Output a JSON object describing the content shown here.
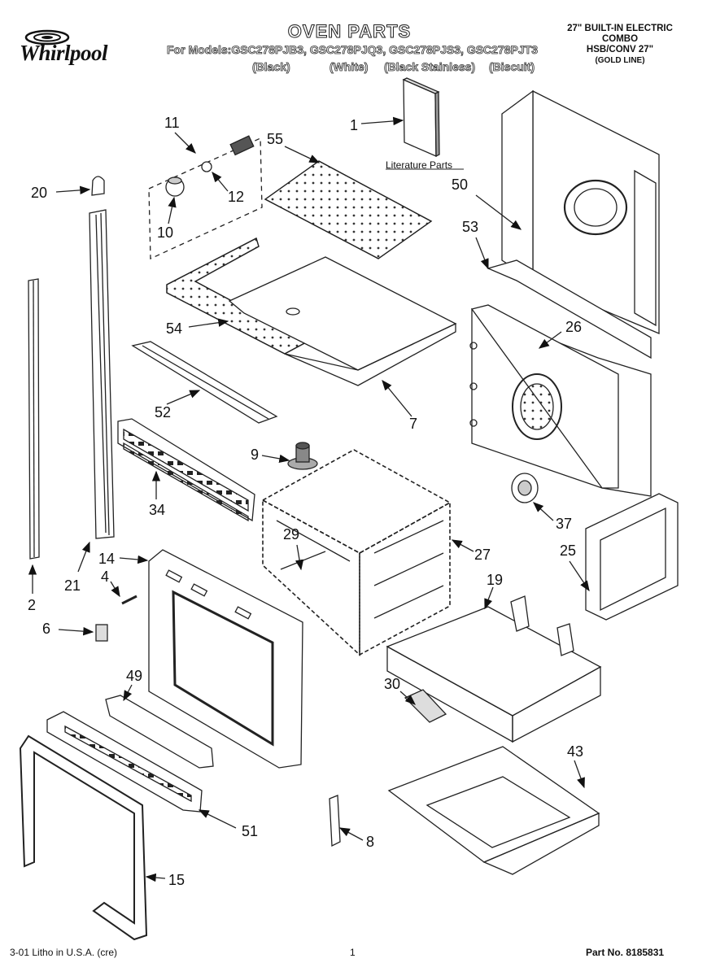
{
  "header": {
    "brand": "Whirlpool",
    "title": "OVEN PARTS",
    "models": "For Models:GSC278PJB3, GSC278PJQ3, GSC278PJS3, GSC278PJT3",
    "colors": [
      "(Black)",
      "(White)",
      "(Black Stainless)",
      "(Biscuit)"
    ],
    "product_line1": "27\" BUILT-IN ELECTRIC",
    "product_line2": "COMBO",
    "product_line3": "HSB/CONV 27\"",
    "product_line4": "(GOLD LINE)"
  },
  "literature_label": "Literature Parts",
  "part_numbers": {
    "p1": "1",
    "p2": "2",
    "p4": "4",
    "p6": "6",
    "p7": "7",
    "p8": "8",
    "p9": "9",
    "p10": "10",
    "p11": "11",
    "p12": "12",
    "p14": "14",
    "p15": "15",
    "p19": "19",
    "p20": "20",
    "p21": "21",
    "p25": "25",
    "p26": "26",
    "p27": "27",
    "p29": "29",
    "p30": "30",
    "p34": "34",
    "p37": "37",
    "p43": "43",
    "p49": "49",
    "p50": "50",
    "p51": "51",
    "p52": "52",
    "p53": "53",
    "p54": "54",
    "p55": "55"
  },
  "footer": {
    "left": "3-01 Litho in U.S.A. (cre)",
    "page": "1",
    "part_no": "Part No. 8185831"
  }
}
